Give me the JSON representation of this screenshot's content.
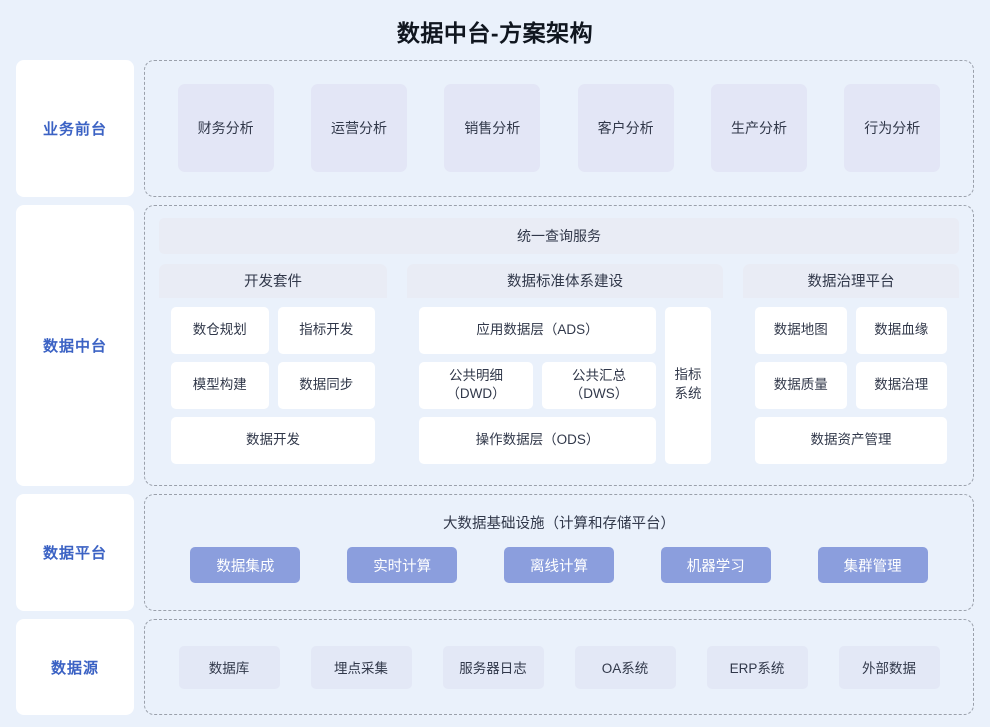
{
  "title": "数据中台-方案架构",
  "sidebar": {
    "items": [
      {
        "label": "业务前台"
      },
      {
        "label": "数据中台"
      },
      {
        "label": "数据平台"
      },
      {
        "label": "数据源"
      }
    ]
  },
  "business_front": {
    "cards": [
      {
        "label": "财务分析"
      },
      {
        "label": "运营分析"
      },
      {
        "label": "销售分析"
      },
      {
        "label": "客户分析"
      },
      {
        "label": "生产分析"
      },
      {
        "label": "行为分析"
      }
    ]
  },
  "data_middle": {
    "query_service": "统一查询服务",
    "dev_kit": {
      "title": "开发套件",
      "cells": [
        {
          "label": "数仓规划"
        },
        {
          "label": "指标开发"
        },
        {
          "label": "模型构建"
        },
        {
          "label": "数据同步"
        },
        {
          "label": "数据开发"
        }
      ]
    },
    "standard_system": {
      "title": "数据标准体系建设",
      "ads": "应用数据层（ADS）",
      "dwd": "公共明细\n(DWD)",
      "dwd_line1": "公共明细",
      "dwd_line2": "（DWD）",
      "dws_line1": "公共汇总",
      "dws_line2": "（DWS）",
      "ods": "操作数据层（ODS）",
      "metric_line1": "指标",
      "metric_line2": "系统"
    },
    "governance": {
      "title": "数据治理平台",
      "cells": [
        {
          "label": "数据地图"
        },
        {
          "label": "数据血缘"
        },
        {
          "label": "数据质量"
        },
        {
          "label": "数据治理"
        },
        {
          "label": "数据资产管理"
        }
      ]
    }
  },
  "data_platform": {
    "title": "大数据基础设施（计算和存储平台）",
    "buttons": [
      {
        "label": "数据集成"
      },
      {
        "label": "实时计算"
      },
      {
        "label": "离线计算"
      },
      {
        "label": "机器学习"
      },
      {
        "label": "集群管理"
      }
    ]
  },
  "data_source": {
    "chips": [
      {
        "label": "数据库"
      },
      {
        "label": "埋点采集"
      },
      {
        "label": "服务器日志"
      },
      {
        "label": "OA系统"
      },
      {
        "label": "ERP系统"
      },
      {
        "label": "外部数据"
      }
    ]
  },
  "colors": {
    "background": "#eaf1fb",
    "accent_blue": "#3b62c4",
    "platform_button": "#8b9edd",
    "card_lavender": "#e3e6f6",
    "panel_header": "#e9ecf5",
    "dashed_border": "#9aa0ab",
    "text": "#31384a"
  }
}
